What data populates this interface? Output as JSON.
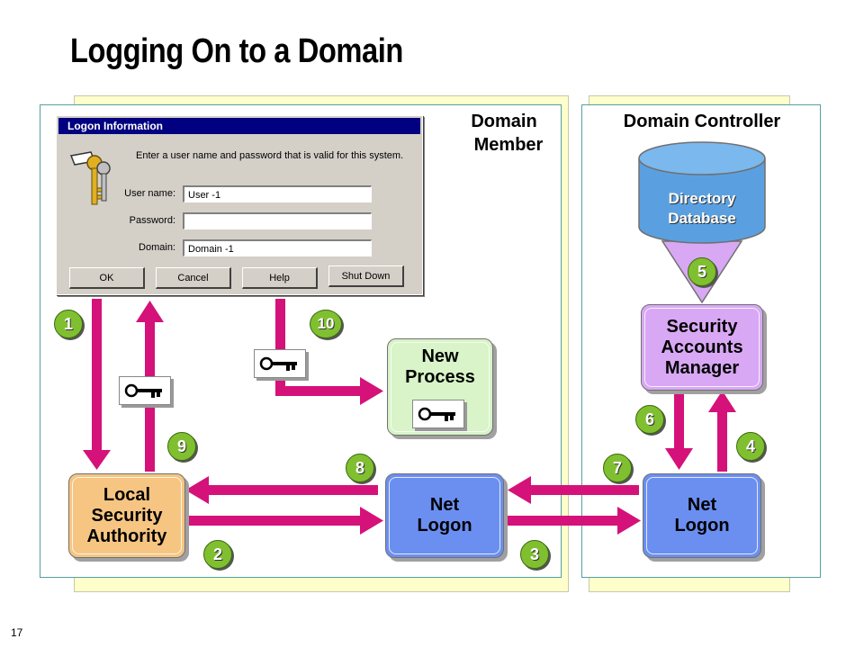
{
  "title": "Logging On to a Domain",
  "page_number": "17",
  "regions": {
    "domain_member_label": [
      "Domain",
      "Member"
    ],
    "domain_controller_label": "Domain Controller"
  },
  "dialog": {
    "title": "Logon Information",
    "message": "Enter a user name and password that is valid for this system.",
    "user_label": "User name:",
    "password_label": "Password:",
    "domain_label": "Domain:",
    "user_value": "User -1",
    "password_value": "",
    "domain_value": "Domain -1",
    "buttons": [
      "OK",
      "Cancel",
      "Help",
      "Shut Down"
    ]
  },
  "boxes": {
    "lsa": [
      "Local",
      "Security",
      "Authority"
    ],
    "netlogon_member": [
      "Net",
      "Logon"
    ],
    "netlogon_dc": [
      "Net",
      "Logon"
    ],
    "new_process": [
      "New",
      "Process"
    ],
    "sam": [
      "Security",
      "Accounts",
      "Manager"
    ],
    "directory_db": [
      "Directory",
      "Database"
    ]
  },
  "steps": [
    "1",
    "2",
    "3",
    "4",
    "5",
    "6",
    "7",
    "8",
    "9",
    "10"
  ],
  "colors": {
    "arrow": "#d4127a",
    "lsa": "#f6c582",
    "netlogon": "#6a8ff0",
    "new_process": "#d8f4c8",
    "sam": "#d8a8f4",
    "database": "#5aa0e0",
    "badge": "#80c030"
  },
  "icons": [
    "key-icon",
    "keys-icon"
  ]
}
